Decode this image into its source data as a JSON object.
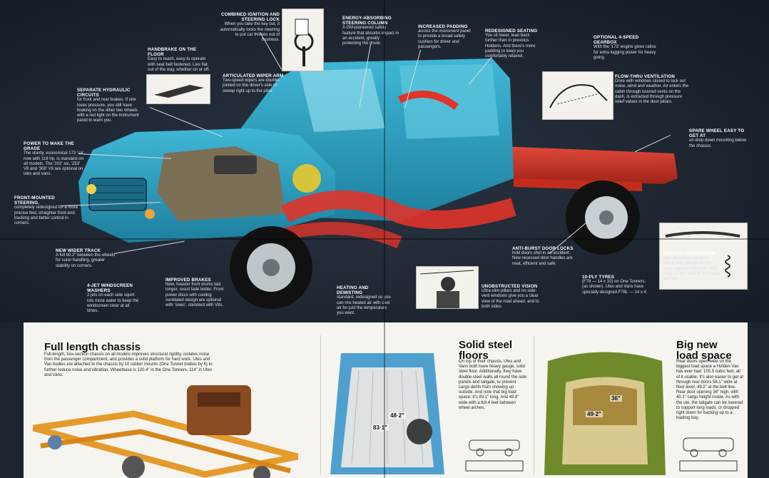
{
  "top_callouts": {
    "ignition": {
      "title": "COMBINED IGNITION AND STEERING LOCK",
      "body": "When you take the key out, it automatically locks the steering to put car thieves out of business."
    },
    "steering_column": {
      "title": "ENERGY-ABSORBING STEERING COLUMN",
      "body": "A GM-pioneered safety feature that absorbs impact in an accident, greatly protecting the driver."
    },
    "padding": {
      "title": "INCREASED PADDING",
      "body": "across the instrument panel to provide a broad safety cushion for driver and passengers."
    },
    "seating": {
      "title": "REDESIGNED SEATING",
      "body": "You sit lower, lean back further than in previous Holdens. And there's more padding to keep you comfortably relaxed."
    },
    "gearbox": {
      "title": "OPTIONAL 4-SPEED GEARBOX",
      "body": "With the '173' engine gives ratios for extra lugging power for heavy going."
    },
    "handbrake": {
      "title": "HANDBRAKE ON THE FLOOR",
      "body": "Easy to reach, easy to operate with seat belt fastened. Lies flat, out of the way, whether on or off."
    },
    "wiper": {
      "title": "ARTICULATED WIPER ARM",
      "body": "Two-speed wipers are double-jointed on the driver's side to sweep right up to the pillar."
    },
    "flow_thru": {
      "title": "FLOW-THRU VENTILATION",
      "body": "Drive with windows closed to lock out noise, wind and weather. Air enters the cabin through louvred vents on the dash, is extracted through pressure relief valves in the door pillars."
    },
    "hydraulic": {
      "title": "SEPARATE HYDRAULIC CIRCUITS",
      "body": "for front and rear brakes. If one loses pressure, you still have braking on the other two wheels with a red light on the instrument panel to warn you."
    },
    "spare": {
      "title": "SPARE WHEEL EASY TO GET AT",
      "body": "on drop down mounting below the chassis."
    },
    "power": {
      "title": "POWER TO MAKE THE GRADE",
      "body": "The sturdy, economical 173 'six', now with 118 hp, is standard on all models. The '202' six, '253' V8 and '308' V8 are optional on utes and vans."
    },
    "steering": {
      "title": "FRONT-MOUNTED STEERING,",
      "body": "completely redesigned for a more precise feel, straighter front-end tracking and better control in corners."
    },
    "door_locks": {
      "title": "ANTI-BURST DOOR LOCKS",
      "body": "hold doors shut in an accident. New recessed door handles are neat, efficient and safe."
    },
    "suspension": {
      "title": "SMOOTH SUSPENSION",
      "body": "Big coil springs up front, sturdy leaf springs at rear work together for a ride that's easy on the vehicle, the cargo and you."
    },
    "track": {
      "title": "NEW WIDER TRACK",
      "body": "A full 60.2\" between the wheels for surer handling, greater stability on corners."
    },
    "tyres": {
      "title": "10-PLY TYRES",
      "body": "(F78 — 14 x 10) on One Tonners, (as shown). Utes and Vans have specially designed F78L — 14 x 4."
    },
    "washers": {
      "title": "4-JET WINDSCREEN WASHERS",
      "body": "2 jets on each side squirt lots more water to keep the windscreen clear at all times."
    },
    "brakes": {
      "title": "IMPROVED BRAKES",
      "body": "New, heavier front drums last longer, resist fade better. Front power discs with cooling ventilated design are optional with 'sixes', standard with V8s."
    },
    "heating": {
      "title": "HEATING AND DEMISTING",
      "body": "standard, redesigned so you can mix heated air with cool air for just the temperature you want."
    },
    "vision": {
      "title": "UNOBSTRUCTED VISION",
      "body": "Ultra-slim pillars and no side-vent windows give you a clear view of the road ahead, and to both sides."
    }
  },
  "bottom": {
    "chassis": {
      "title": "Full length chassis",
      "body": "Full-length, box-section chassis on all models improves structural rigidity, isolates noise from the passenger compartment, and provides a solid platform for hard work. Utes and Van bodies are attached to the chassis by 10 rubber mounts (One Tonner bodies by 6) to further reduce noise and vibration. Wheelbase is 120.4\" in the One Tonners, 114\" in Utes and Vans."
    },
    "floors": {
      "title": "Solid steel floors",
      "body": "On top of their chassis, Utes and Vans both have heavy gauge, solid steel floor. Additionally, they have double-steel walls all round the side panels and tailgate, to prevent cargo dents from showing up outside. And note that big load space. It's 83.1\" long. And 48.8\" wide with a full 4 feet between wheel arches.",
      "dim_width": "48·2\"",
      "dim_length": "83·1\""
    },
    "load": {
      "title": "Big new load space",
      "body": "Rear doors open wide on the biggest load space a Holden Van has ever had: 105.5 cubic feet, all of it usable. It's also easier to get at through rear doors 58.1\" wide at floor level, 49.2\" at the belt line. Rear door opening 36\" high, with 40.1\" cargo height inside. As with the ute, the tailgate can be lowered to support long loads, or dropped right down for backing up to a loading bay.",
      "dim_height": "36\"",
      "dim_width": "49·2\""
    }
  }
}
